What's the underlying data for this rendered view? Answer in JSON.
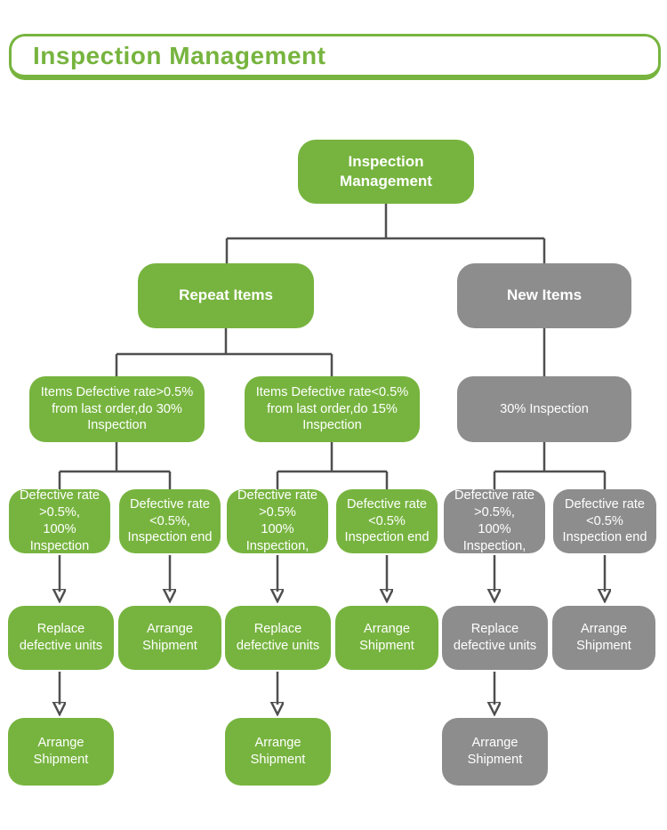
{
  "header": {
    "title": "Inspection Management"
  },
  "colors": {
    "green": "#77b43f",
    "gray": "#8d8d8d",
    "connector": "#4f4f4f",
    "node_text": "#ffffff"
  },
  "nodes": {
    "root": "Inspection\nManagement",
    "repeat_items": "Repeat Items",
    "new_items": "New Items",
    "repeat_high_rate": "Items Defective rate>0.5%\nfrom last order,do 30%\nInspection",
    "repeat_low_rate": "Items Defective rate<0.5%\nfrom last order,do 15%\nInspection",
    "new_30_inspection": "30% Inspection",
    "defective_1": "Defective rate\n>0.5%,\n100% Inspection",
    "defective_2": "Defective rate\n<0.5%,\nInspection end",
    "defective_3": "Defective rate\n>0.5%\n100% Inspection,",
    "defective_4": "Defective rate\n<0.5%\nInspection end",
    "defective_5": "Defective rate\n>0.5%,\n100% Inspection,",
    "defective_6": "Defective rate\n<0.5%\nInspection end",
    "replace_1": "Replace\ndefective units",
    "arrange_2": "Arrange\nShipment",
    "replace_3": "Replace\ndefective units",
    "arrange_4": "Arrange\nShipment",
    "replace_5": "Replace\ndefective units",
    "arrange_6": "Arrange\nShipment",
    "final_arrange_1": "Arrange\nShipment",
    "final_arrange_3": "Arrange\nShipment",
    "final_arrange_5": "Arrange\nShipment"
  }
}
